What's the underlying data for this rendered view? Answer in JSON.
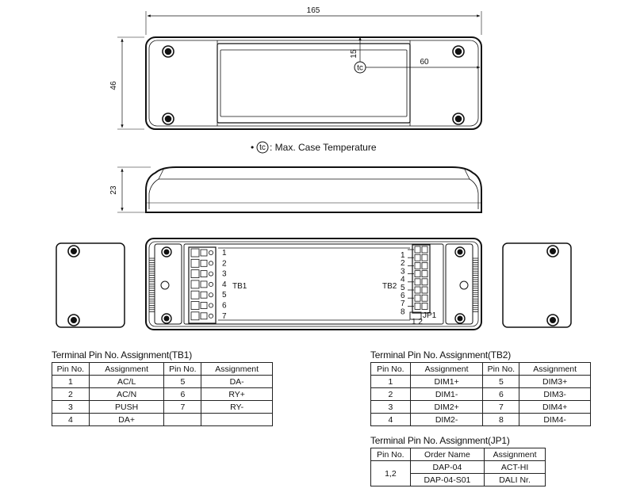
{
  "dimensions": {
    "length": "165",
    "width": "46",
    "height": "23",
    "tc_offset_y": "15",
    "tc_offset_x": "60"
  },
  "tc_symbol": "tc",
  "tc_note": {
    "bullet": "•",
    "text": ": Max. Case Temperature"
  },
  "terminal_labels": {
    "tb1": "TB1",
    "tb2": "TB2",
    "jp1": "JP1",
    "jp1_pins": "1 2",
    "tb1_pins": [
      "1",
      "2",
      "3",
      "4",
      "5",
      "6",
      "7"
    ],
    "tb2_pins": [
      "1",
      "2",
      "3",
      "4",
      "5",
      "6",
      "7",
      "8"
    ]
  },
  "table_tb1": {
    "title": "Terminal Pin No. Assignment(TB1)",
    "headers": [
      "Pin No.",
      "Assignment",
      "Pin No.",
      "Assignment"
    ],
    "rows": [
      [
        "1",
        "AC/L",
        "5",
        "DA-"
      ],
      [
        "2",
        "AC/N",
        "6",
        "RY+"
      ],
      [
        "3",
        "PUSH",
        "7",
        "RY-"
      ],
      [
        "4",
        "DA+",
        "",
        ""
      ]
    ]
  },
  "table_tb2": {
    "title": "Terminal Pin No. Assignment(TB2)",
    "headers": [
      "Pin No.",
      "Assignment",
      "Pin No.",
      "Assignment"
    ],
    "rows": [
      [
        "1",
        "DIM1+",
        "5",
        "DIM3+"
      ],
      [
        "2",
        "DIM1-",
        "6",
        "DIM3-"
      ],
      [
        "3",
        "DIM2+",
        "7",
        "DIM4+"
      ],
      [
        "4",
        "DIM2-",
        "8",
        "DIM4-"
      ]
    ]
  },
  "table_jp1": {
    "title": "Terminal Pin No. Assignment(JP1)",
    "headers": [
      "Pin No.",
      "Order Name",
      "Assignment"
    ],
    "pin": "1,2",
    "rows": [
      [
        "DAP-04",
        "ACT-HI"
      ],
      [
        "DAP-04-S01",
        "DALI Nr."
      ]
    ]
  }
}
